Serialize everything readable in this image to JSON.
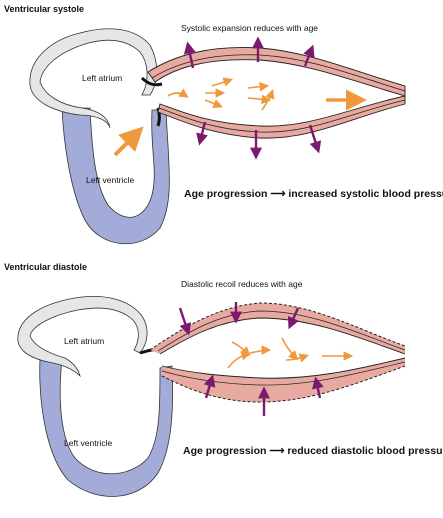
{
  "colors": {
    "vessel_fill": "#e8a9a0",
    "vessel_stroke": "#222222",
    "ventricle_fill": "#a3abd8",
    "atrium_fill": "#e6e6e6",
    "flow_arrow": "#f0993c",
    "force_arrow": "#7a1a6e"
  },
  "systole": {
    "title": "Ventricular systole",
    "note": "Systolic expansion reduces with age",
    "left_atrium": "Left atrium",
    "left_ventricle": "Left ventricle",
    "summary": "Age progression ⟶ increased systolic blood pressure"
  },
  "diastole": {
    "title": "Ventricular diastole",
    "note": "Diastolic recoil reduces with age",
    "left_atrium": "Left atrium",
    "left_ventricle": "Left ventricle",
    "summary": "Age progression ⟶ reduced diastolic blood pressure"
  },
  "icons": [
    "flow-arrow-icon",
    "expansion-arrow-icon",
    "recoil-arrow-icon"
  ]
}
